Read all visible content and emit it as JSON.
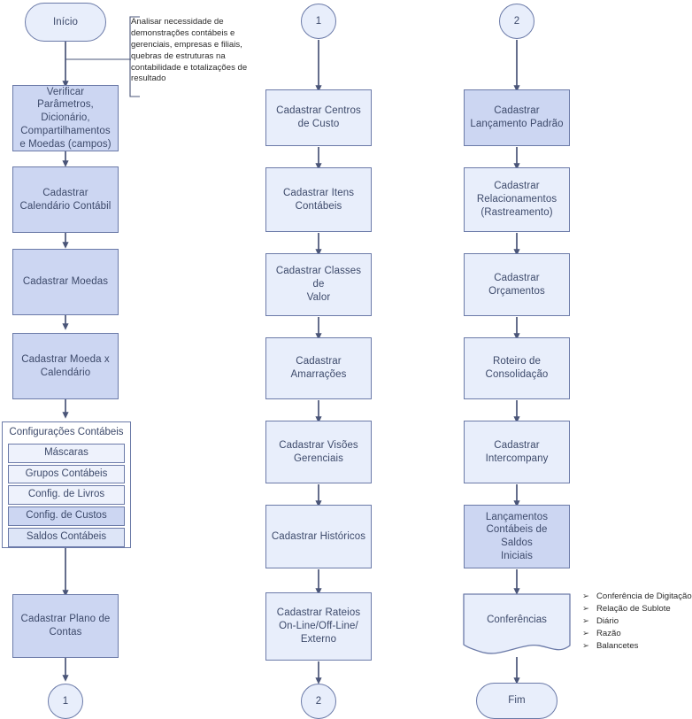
{
  "diagram": {
    "title_note": "Analisar necessidade de demonstrações contábeis e gerenciais, empresas e filiais, quebras de estruturas na contabilidade e totalizações de resultado",
    "colors": {
      "stroke": "#6b7aa8",
      "arrow": "#4a5578",
      "fill_pale": "#e8eefb",
      "fill_mid": "#ccd6f2",
      "fill_soft": "#dbe4f7",
      "text": "#3d4a6b",
      "note_text": "#2b2b2b",
      "background": "#ffffff"
    }
  },
  "column_left": {
    "start": {
      "label": "Início"
    },
    "nodes": [
      {
        "label": "Verificar\nParâmetros,\nDicionário,\nCompartilhamentos\ne Moedas (campos)"
      },
      {
        "label": "Cadastrar\nCalendário Contábil"
      },
      {
        "label": "Cadastrar Moedas"
      },
      {
        "label": "Cadastrar Moeda x\nCalendário"
      }
    ],
    "config_group": {
      "title": "Configurações Contábeis",
      "items": [
        {
          "label": "Máscaras"
        },
        {
          "label": "Grupos Contábeis"
        },
        {
          "label": "Config. de Livros"
        },
        {
          "label": "Config. de Custos"
        },
        {
          "label": "Saldos Contábeis"
        }
      ]
    },
    "node_after_group": {
      "label": "Cadastrar Plano de\nContas"
    },
    "exit_connector": {
      "label": "1"
    }
  },
  "column_middle": {
    "entry_connector": {
      "label": "1"
    },
    "nodes": [
      {
        "label": "Cadastrar Centros\nde Custo"
      },
      {
        "label": "Cadastrar Itens\nContábeis"
      },
      {
        "label": "Cadastrar Classes de\nValor"
      },
      {
        "label": "Cadastrar\nAmarrações"
      },
      {
        "label": "Cadastrar Visões\nGerenciais"
      },
      {
        "label": "Cadastrar Históricos"
      },
      {
        "label": "Cadastrar Rateios\nOn-Line/Off-Line/\nExterno"
      }
    ],
    "exit_connector": {
      "label": "2"
    }
  },
  "column_right": {
    "entry_connector": {
      "label": "2"
    },
    "nodes": [
      {
        "label": "Cadastrar\nLançamento Padrão"
      },
      {
        "label": "Cadastrar\nRelacionamentos\n(Rastreamento)"
      },
      {
        "label": "Cadastrar\nOrçamentos"
      },
      {
        "label": "Roteiro de\nConsolidação"
      },
      {
        "label": "Cadastrar\nIntercompany"
      },
      {
        "label": "Lançamentos\nContábeis de Saldos\nIniciais"
      }
    ],
    "document_node": {
      "label": "Conferências"
    },
    "bullets": [
      {
        "marker": "➢",
        "label": "Conferência de Digitação"
      },
      {
        "marker": "➢",
        "label": "Relação de Sublote"
      },
      {
        "marker": "➢",
        "label": "Diário"
      },
      {
        "marker": "➢",
        "label": "Razão"
      },
      {
        "marker": "➢",
        "label": "Balancetes"
      }
    ],
    "end": {
      "label": "Fim"
    }
  }
}
